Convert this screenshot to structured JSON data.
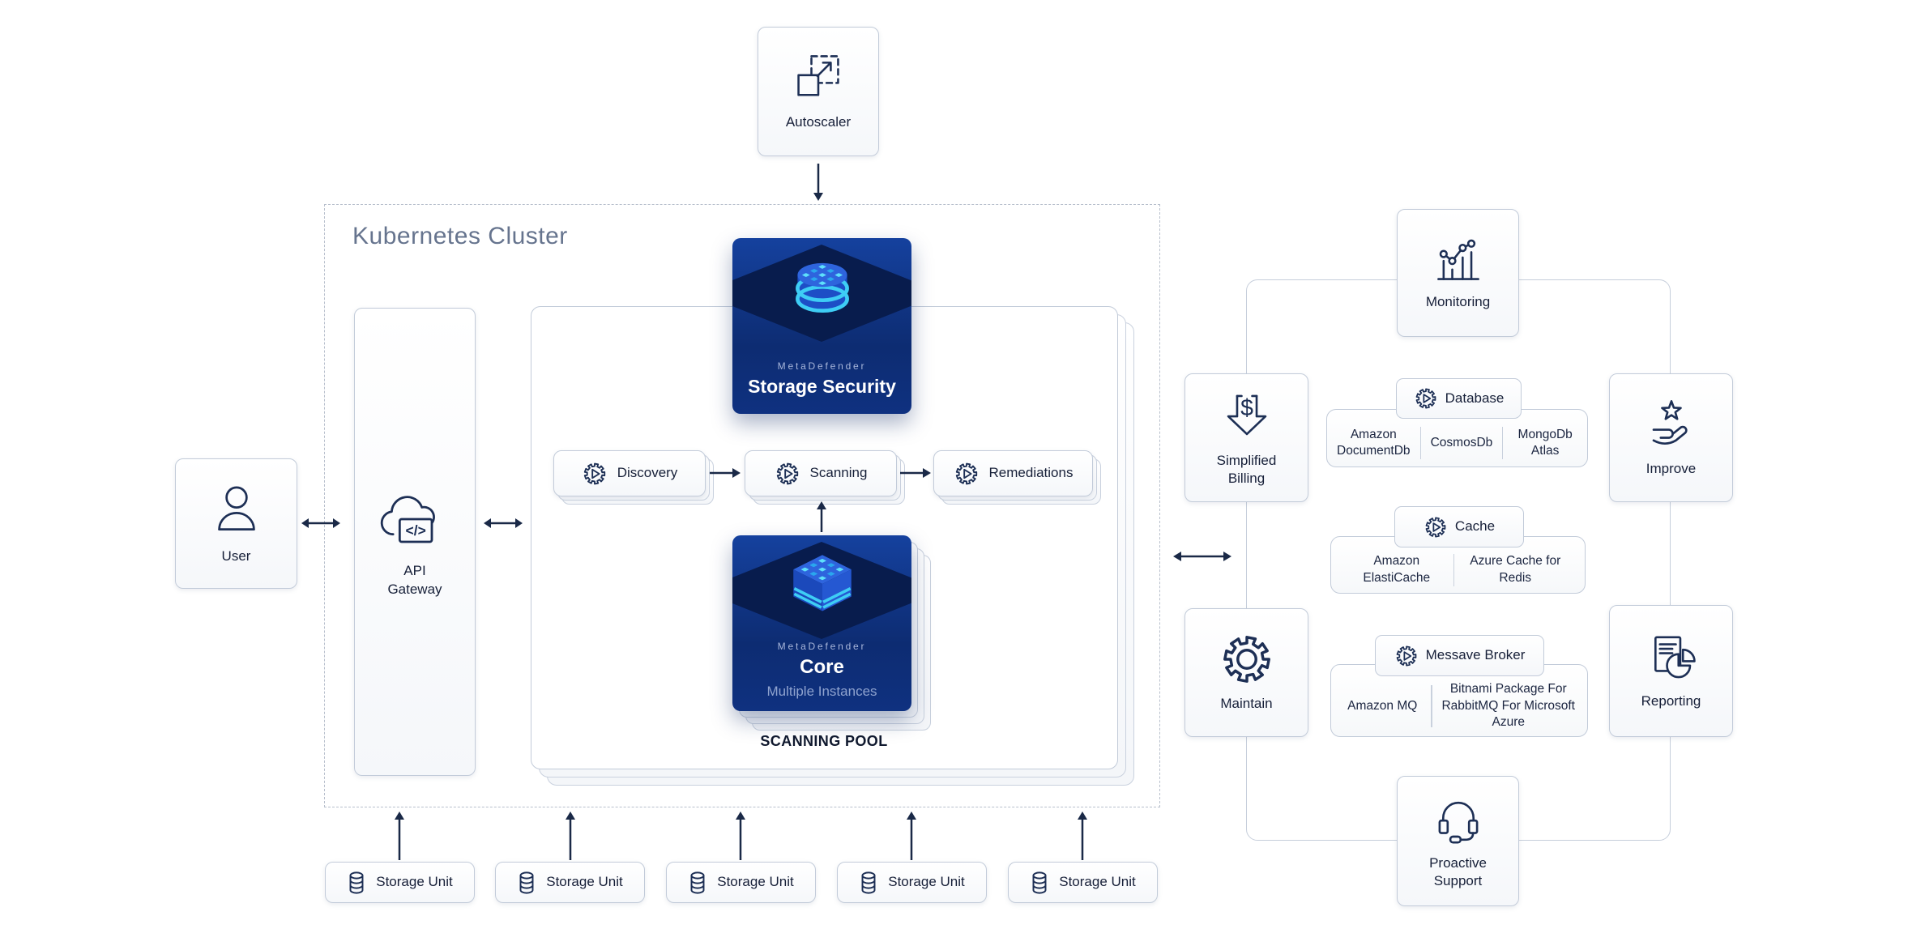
{
  "colors": {
    "navy_stroke": "#1d2f55",
    "box_border": "#c2cbd9",
    "dark_box_top": "#15419e",
    "dark_box_bottom": "#0d2c72",
    "diamond": "#081c4d",
    "icon_blue": "#2e64dd",
    "icon_cyan": "#3ecdf5",
    "title_slate": "#66748e"
  },
  "autoscaler": {
    "label": "Autoscaler"
  },
  "user": {
    "label": "User"
  },
  "cluster": {
    "title": "Kubernetes Cluster",
    "api_gateway": {
      "label": "API Gateway",
      "code_glyph": "</>"
    },
    "storage_security": {
      "brand": "MetaDefender",
      "product": "Storage Security"
    },
    "pipeline": [
      {
        "label": "Discovery"
      },
      {
        "label": "Scanning"
      },
      {
        "label": "Remediations"
      }
    ],
    "core": {
      "brand": "MetaDefender",
      "product": "Core",
      "subtitle": "Multiple Instances"
    },
    "pool_label": "SCANNING POOL"
  },
  "storage_units": [
    {
      "label": "Storage Unit"
    },
    {
      "label": "Storage Unit"
    },
    {
      "label": "Storage Unit"
    },
    {
      "label": "Storage Unit"
    },
    {
      "label": "Storage Unit"
    }
  ],
  "services": {
    "monitoring": {
      "label": "Monitoring"
    },
    "simplified_billing": {
      "label": "Simplified Billing",
      "icon_glyph": "$"
    },
    "improve": {
      "label": "Improve"
    },
    "maintain": {
      "label": "Maintain"
    },
    "reporting": {
      "label": "Reporting"
    },
    "proactive_support": {
      "label": "Proactive Support"
    },
    "database": {
      "label": "Database",
      "options": [
        {
          "name": "Amazon DocumentDb"
        },
        {
          "name": "CosmosDb"
        },
        {
          "name": "MongoDb Atlas"
        }
      ]
    },
    "cache": {
      "label": "Cache",
      "options": [
        {
          "name": "Amazon ElastiCache"
        },
        {
          "name": "Azure Cache for Redis"
        }
      ]
    },
    "message_broker": {
      "label": "Messave Broker",
      "options": [
        {
          "name": "Amazon MQ"
        },
        {
          "name": "Bitnami Package For RabbitMQ For Microsoft Azure"
        }
      ]
    }
  }
}
